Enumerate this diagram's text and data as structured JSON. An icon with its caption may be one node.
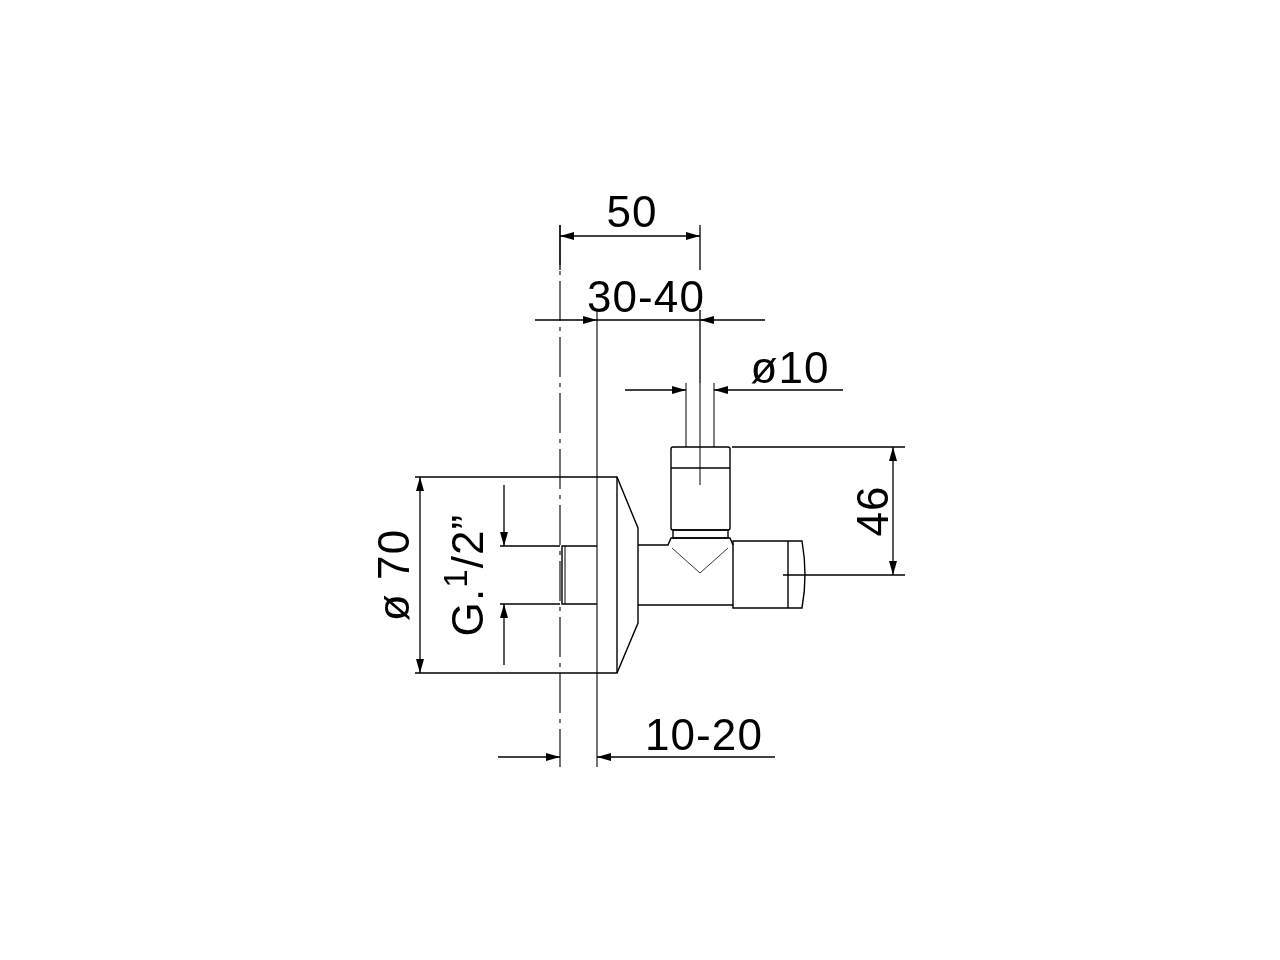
{
  "diagram": {
    "labels": [
      "50",
      "30-40",
      "ø10",
      "46",
      "ø 70",
      "G.$^{1}$/2”",
      "10-20"
    ]
  }
}
